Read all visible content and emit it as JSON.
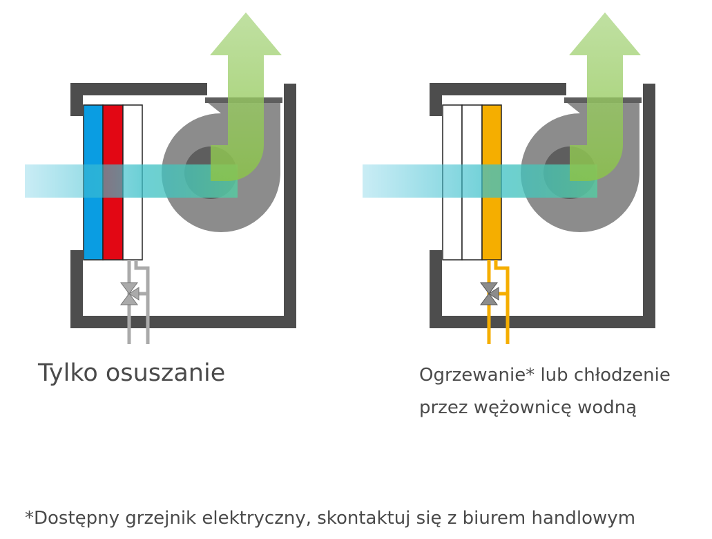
{
  "units": [
    {
      "id": "dehumidification-only",
      "caption_lines": [
        "Tylko osuszanie"
      ],
      "coils": [
        "cooling",
        "reheat",
        "empty"
      ],
      "valve_color": "#aaaaaa"
    },
    {
      "id": "water-coil",
      "caption_lines": [
        "Ogrzewanie* lub chłodzenie",
        "przez wężownicę wodną"
      ],
      "coils": [
        "empty",
        "empty",
        "water"
      ],
      "valve_color": "#f5ae00"
    }
  ],
  "footnote": "*Dostępny grzejnik elektryczny, skontaktuj się z biurem handlowym",
  "colors": {
    "housing": "#4d4d4d",
    "fan": "#8c8c8c",
    "fan_hub": "#5e5e5e",
    "cooling_coil": "#0a9de2",
    "reheat_coil": "#e20714",
    "water_coil": "#f5ae00",
    "inflow_air": "#4cc2dd",
    "outflow_air": "#8bc34a"
  }
}
